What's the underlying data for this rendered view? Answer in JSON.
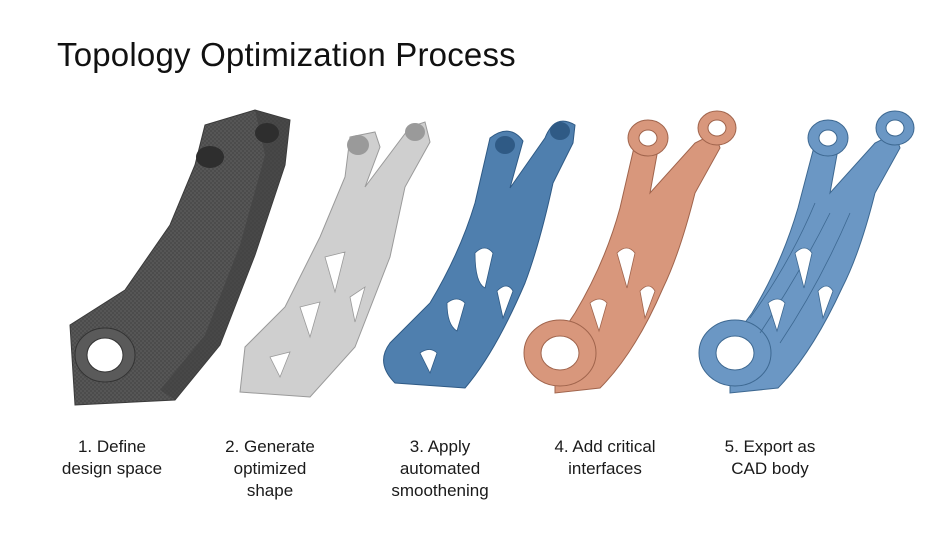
{
  "title": "Topology Optimization Process",
  "colors": {
    "design_space": "#4a4a4a",
    "generated": "#cfcfcf",
    "smoothed": "#4f7fae",
    "interfaces": "#d8977c",
    "cad_body": "#6b97c4"
  },
  "steps": [
    {
      "label": "1. Define\ndesign space"
    },
    {
      "label": "2. Generate\noptimized\nshape"
    },
    {
      "label": "3. Apply\nautomated\nsmoothening"
    },
    {
      "label": "4. Add critical\ninterfaces"
    },
    {
      "label": "5. Export as\nCAD body"
    }
  ]
}
